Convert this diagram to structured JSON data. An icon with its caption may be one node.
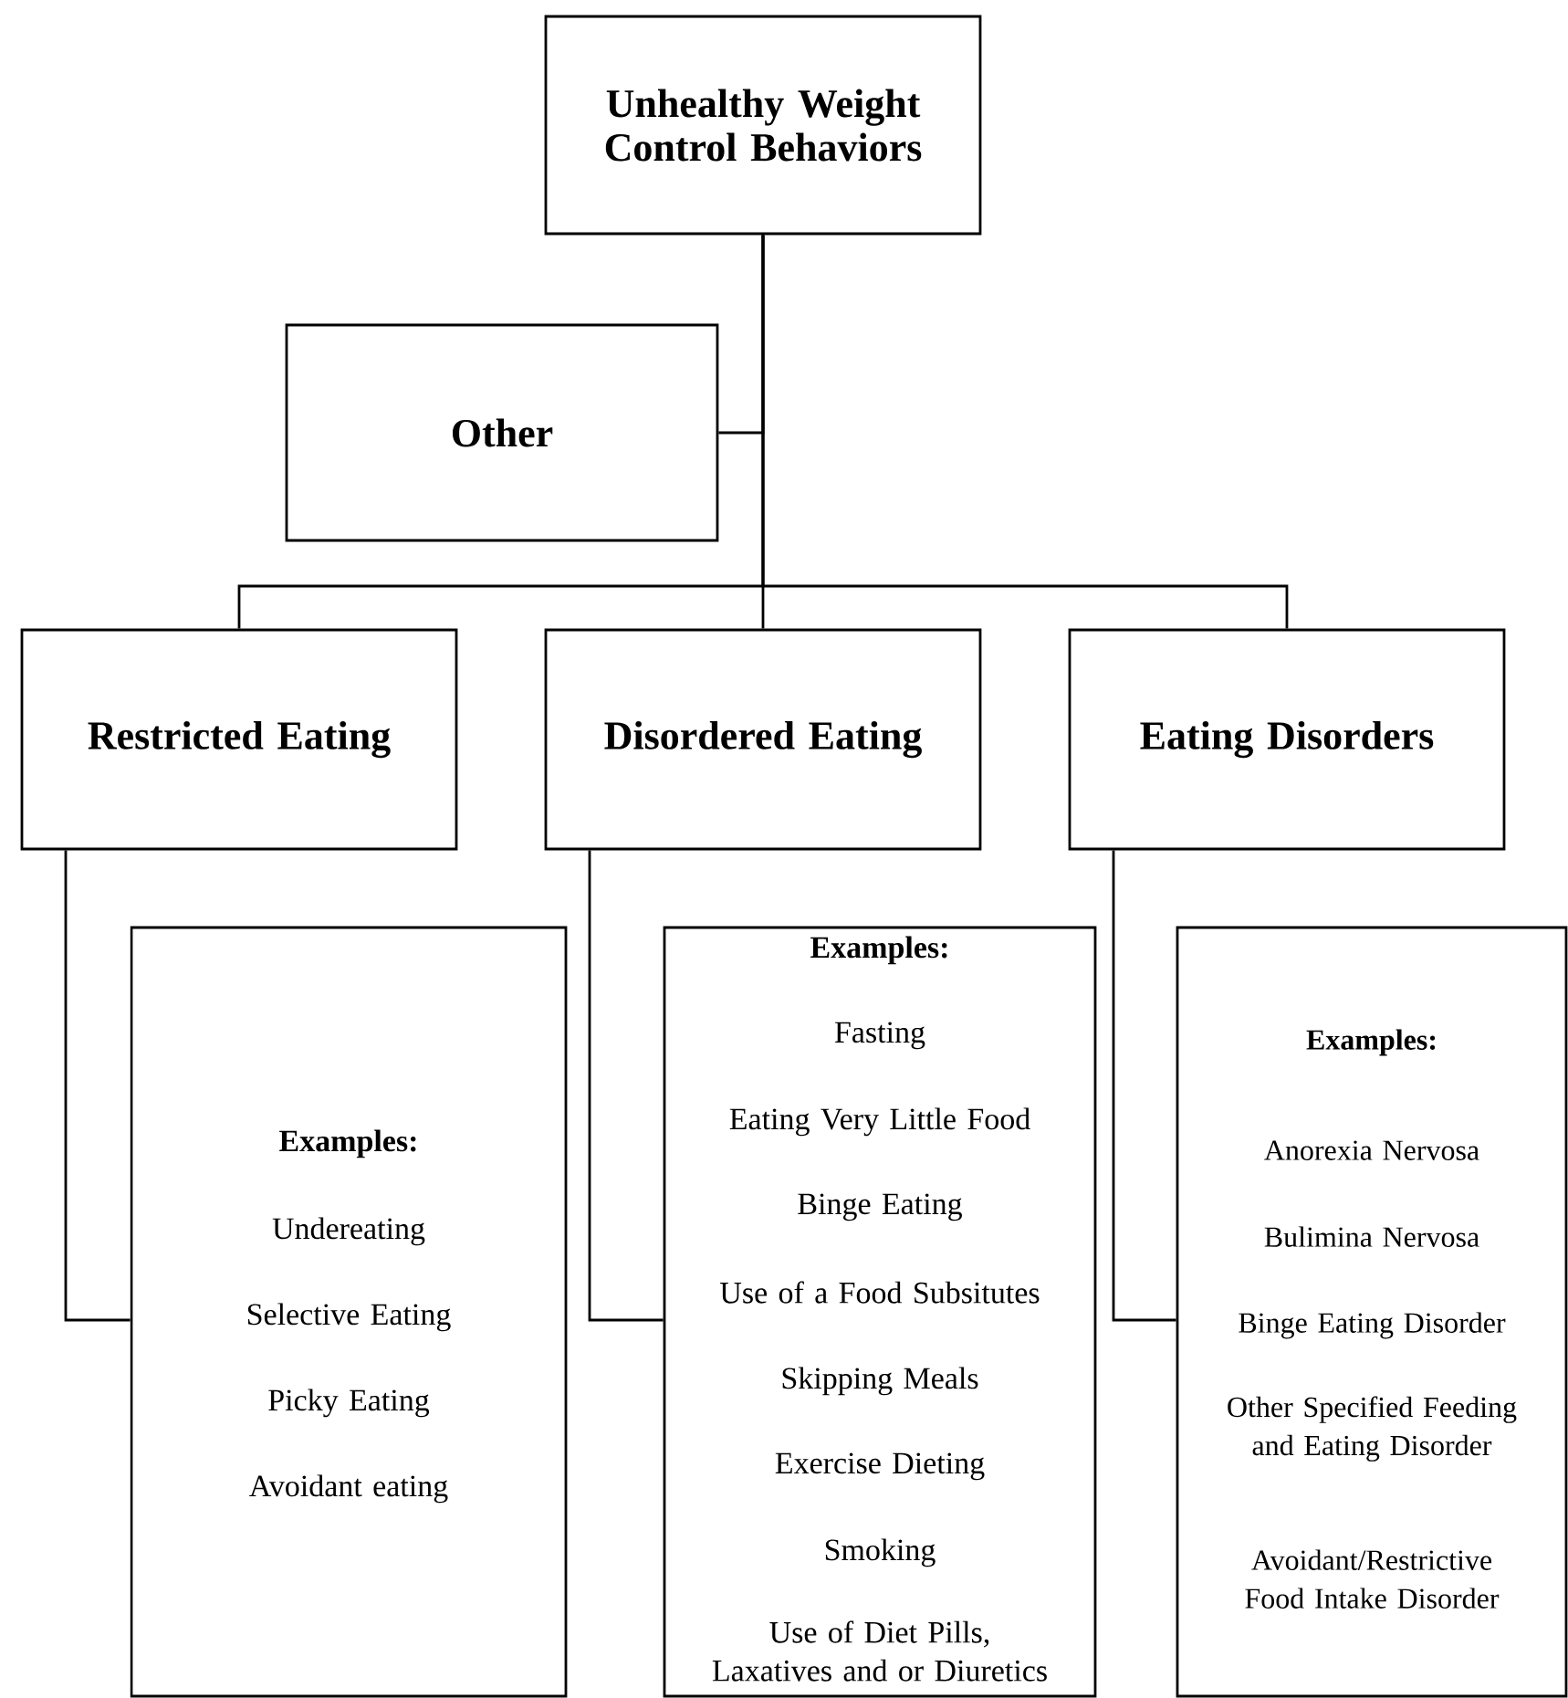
{
  "diagram": {
    "nodes": [
      {
        "text": [
          "Unhealthy Weight Control Behaviors"
        ]
      },
      {
        "text": [
          "Other"
        ]
      },
      {
        "text": [
          "Restricted Eating"
        ]
      },
      {
        "text": [
          "Disordered Eating"
        ]
      },
      {
        "text": [
          "Eating Disorders"
        ]
      },
      {
        "text": [
          "Examples:",
          "Undereating",
          "Selective Eating",
          "Picky Eating",
          "Avoidant eating"
        ]
      },
      {
        "text": [
          "Examples:",
          "Fasting",
          "Eating Very Little Food",
          "Binge Eating",
          "Use of a Food Subsitutes",
          "Skipping Meals",
          "Exercise Dieting",
          "Smoking",
          "Use of Diet Pills, Laxatives and or Diuretics"
        ]
      },
      {
        "text": [
          "Examples:",
          "Anorexia Nervosa",
          "Bulimina Nervosa",
          "Binge Eating Disorder",
          "Other Specified Feeding and Eating Disorder",
          "Avoidant/Restrictive Food Intake Disorder"
        ]
      }
    ],
    "edges": [
      {
        "from": 0,
        "to": 1,
        "arrow": "none"
      },
      {
        "from": 0,
        "to": 2,
        "arrow": "none"
      },
      {
        "from": 0,
        "to": 3,
        "arrow": "none"
      },
      {
        "from": 0,
        "to": 4,
        "arrow": "none"
      },
      {
        "from": 2,
        "to": 5,
        "arrow": "none"
      },
      {
        "from": 3,
        "to": 6,
        "arrow": "none"
      },
      {
        "from": 4,
        "to": 7,
        "arrow": "none"
      }
    ]
  }
}
